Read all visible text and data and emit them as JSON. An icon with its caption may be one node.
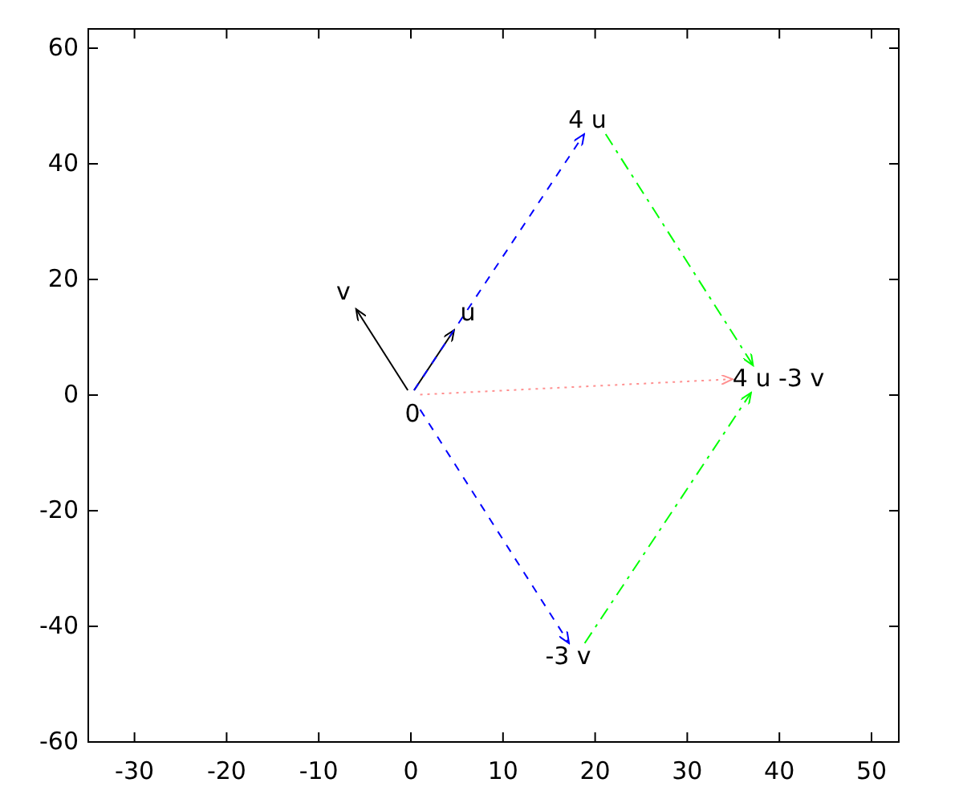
{
  "diagram": {
    "nodes": [
      {
        "text": [
          "0"
        ]
      },
      {
        "text": [
          "u"
        ]
      },
      {
        "text": [
          "v"
        ]
      },
      {
        "text": [
          "4 u"
        ]
      },
      {
        "text": [
          "-3 v"
        ]
      },
      {
        "text": [
          "4 u -3 v"
        ]
      }
    ],
    "edges": [
      {
        "from": 0,
        "to": 1,
        "arrow": "to"
      },
      {
        "from": 0,
        "to": 2,
        "arrow": "to"
      },
      {
        "from": 0,
        "to": 3,
        "arrow": "to",
        "style": "dashed",
        "color": "#0000ff"
      },
      {
        "from": 0,
        "to": 4,
        "arrow": "to",
        "style": "dashed",
        "color": "#0000ff"
      },
      {
        "from": 3,
        "to": 5,
        "arrow": "to",
        "style": "dashed",
        "color": "#00ff00"
      },
      {
        "from": 4,
        "to": 5,
        "arrow": "to",
        "style": "dashed",
        "color": "#00ff00"
      },
      {
        "from": 0,
        "to": 5,
        "arrow": "to",
        "style": "dashed",
        "color": "#ff9090"
      }
    ],
    "labels": [
      "60",
      "40",
      "20",
      "0",
      "-20",
      "-40",
      "-60",
      "-30",
      "-20",
      "-10",
      "0",
      "10",
      "20",
      "30",
      "40",
      "50"
    ]
  }
}
